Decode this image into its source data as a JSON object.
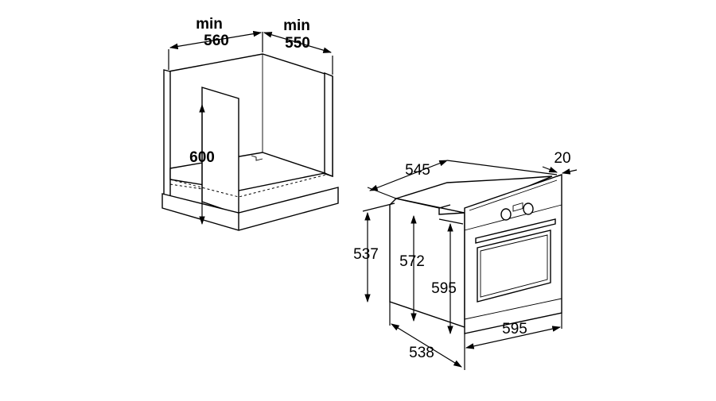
{
  "cabinet": {
    "width_label_1": "min",
    "width_value_1": "560",
    "width_label_2": "min",
    "width_value_2": "550",
    "height_value": "600"
  },
  "oven": {
    "depth_total": "545",
    "front_depth": "20",
    "side_height": "537",
    "inner_height": "572",
    "front_height": "595",
    "bottom_depth": "538",
    "front_width": "595"
  }
}
